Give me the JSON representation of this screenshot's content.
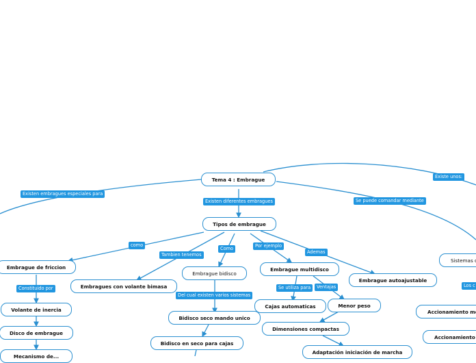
{
  "nodes": {
    "root": "Tema 4 : Embrague",
    "tipos": "Tipos de embrague",
    "friccion": "Embrague de friccion",
    "volante_inercia": "Volante de inercia",
    "disco": "Disco de embrague",
    "mecanismo": "Mecanismo de...",
    "bimasa": "Embragues con volante bimasa",
    "bidisco": "Embrague bidisco",
    "bidisco_unico": "Bidisco seco mando unico",
    "bidisco_cajas": "Bidisco en seco para cajas",
    "multidisco": "Embrague multidisco",
    "cajas_auto": "Cajas automaticas",
    "menor_peso": "Menor peso",
    "dim_compactas": "Dimensiones compactas",
    "adaptacion": "Adaptación iniciación de marcha",
    "autoajustable": "Embrague autoajustable",
    "sistemas": "Sistemas d",
    "acc_me": "Accionamiento me",
    "acc_r": "Accionamiento r"
  },
  "links": {
    "especiales": "Existen embragues especiales para",
    "diferentes": "Existen diferentes embragues",
    "comandar": "Se puede comandar mediante",
    "existe_unos": "Existe unos:",
    "como1": "como",
    "tambien": "Tambien tenemos",
    "como2": "Como",
    "ejemplo": "Por ejemplo",
    "ademas": "Ademas",
    "constituido": "Constituido por",
    "del_cual": "Del cual existen varios sistemas",
    "utiliza": "Se utiliza para",
    "ventajas": "Ventajas",
    "los_c": "Los c"
  },
  "colors": {
    "accent": "#2196e0",
    "line": "#2a8fd0",
    "background": "#ffffff"
  }
}
